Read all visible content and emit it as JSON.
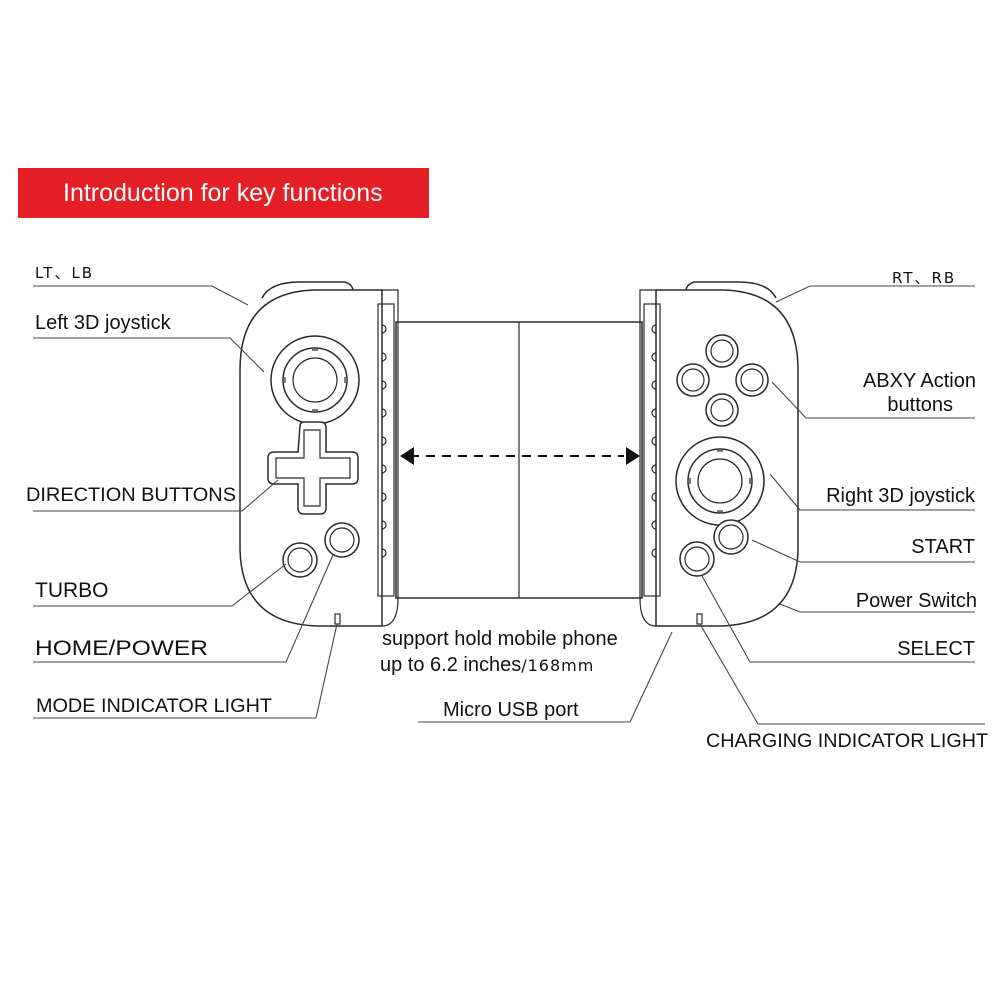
{
  "banner": {
    "title": "Introduction for key functions",
    "color": "#e41f26"
  },
  "labels": {
    "lt_lb": "LT、LB",
    "left_joystick": "Left 3D joystick",
    "direction_buttons": "DIRECTION BUTTONS",
    "turbo": "TURBO",
    "home_power": "HOME/POWER",
    "mode_indicator": "MODE INDICATOR LIGHT",
    "rt_rb": "RT、RB",
    "abxy_line1": "ABXY Action",
    "abxy_line2": "buttons",
    "right_joystick": "Right 3D joystick",
    "start": "START",
    "power_switch": "Power Switch",
    "select": "SELECT",
    "charging_indicator": "CHARGING INDICATOR LIGHT",
    "micro_usb": "Micro USB port",
    "support_line1": "support hold mobile phone",
    "support_line2_a": "up to 6.2 inches",
    "support_line2_b": "/168mm"
  },
  "icons": {
    "controller": "gamepad-diagram-icon",
    "extension_arrow": "double-arrow-icon"
  }
}
